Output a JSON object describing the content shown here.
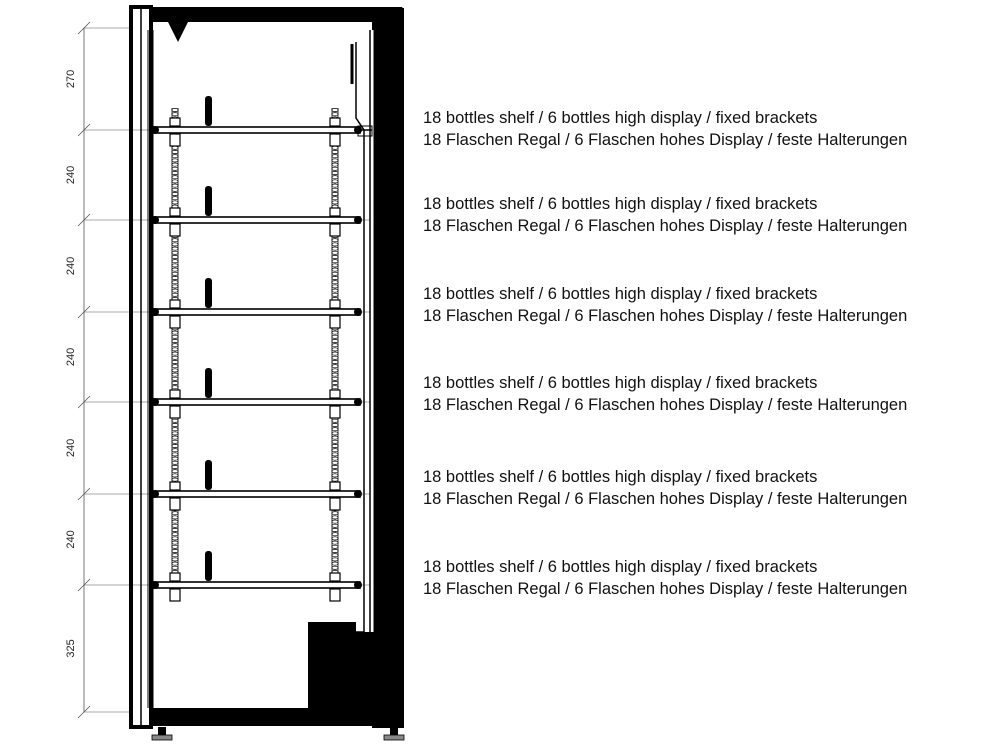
{
  "dimensions": [
    "270",
    "240",
    "240",
    "240",
    "240",
    "240",
    "325"
  ],
  "shelf_labels": [
    {
      "en": "18 bottles shelf / 6 bottles high display / fixed brackets",
      "de": "18 Flaschen Regal / 6 Flaschen hohes Display / feste Halterungen"
    },
    {
      "en": "18 bottles shelf / 6 bottles high display / fixed brackets",
      "de": "18 Flaschen Regal / 6 Flaschen hohes Display / feste Halterungen"
    },
    {
      "en": "18 bottles shelf / 6 bottles high display / fixed brackets",
      "de": "18 Flaschen Regal / 6 Flaschen hohes Display / feste Halterungen"
    },
    {
      "en": "18 bottles shelf / 6 bottles high display / fixed brackets",
      "de": "18 Flaschen Regal / 6 Flaschen hohes Display / feste Halterungen"
    },
    {
      "en": "18 bottles shelf / 6 bottles high display / fixed brackets",
      "de": "18 Flaschen Regal / 6 Flaschen hohes Display / feste Halterungen"
    },
    {
      "en": "18 bottles shelf / 6 bottles high display / fixed brackets",
      "de": "18 Flaschen Regal / 6 Flaschen hohes Display / feste Halterungen"
    }
  ]
}
